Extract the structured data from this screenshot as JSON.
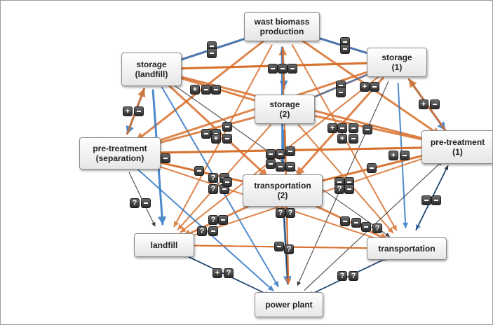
{
  "diagram": {
    "nodes": [
      {
        "id": "wast",
        "label": "wast biomass\nproduction"
      },
      {
        "id": "storage1",
        "label": "storage\n(1)"
      },
      {
        "id": "storage_landfill",
        "label": "storage\n(landfill)"
      },
      {
        "id": "storage2",
        "label": "storage\n(2)"
      },
      {
        "id": "pretreat_sep",
        "label": "pre-treatment\n(separation)"
      },
      {
        "id": "pretreat1",
        "label": "pre-treatment\n(1)"
      },
      {
        "id": "transport2",
        "label": "transportation\n(2)"
      },
      {
        "id": "landfill",
        "label": "landfill"
      },
      {
        "id": "transport",
        "label": "transportation"
      },
      {
        "id": "power",
        "label": "power plant"
      }
    ],
    "edge_colors": {
      "orange": "#d86f2c",
      "blue": "#2f76c4",
      "black": "#222222"
    },
    "badge_symbols": {
      "plus": "+",
      "minus": "−",
      "question": "?"
    }
  }
}
